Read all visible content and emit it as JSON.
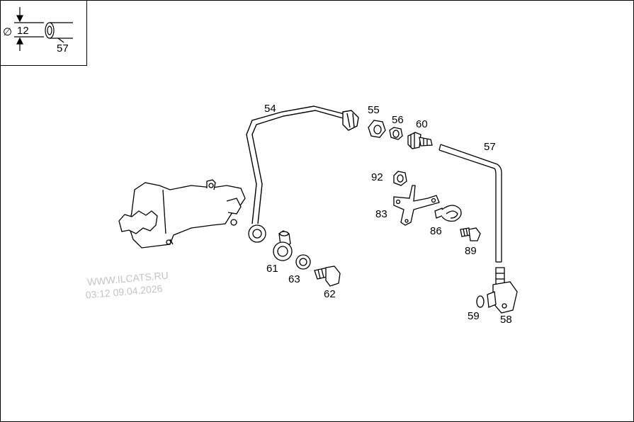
{
  "inset": {
    "diameter_symbol": "∅",
    "diameter_value": "12",
    "part_ref": "57"
  },
  "labels": {
    "p54": "54",
    "p55": "55",
    "p56": "56",
    "p60": "60",
    "p57": "57",
    "p92": "92",
    "p83": "83",
    "p86": "86",
    "p89": "89",
    "p61": "61",
    "p63": "63",
    "p62": "62",
    "p59": "59",
    "p58": "58"
  },
  "watermark": {
    "site": "WWW.ILCATS.RU",
    "stamp": "03:12 09.04.2026"
  }
}
